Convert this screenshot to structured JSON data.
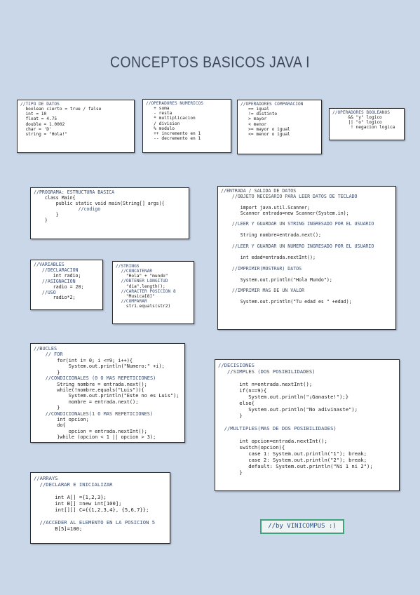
{
  "title": "CONCEPTOS BASICOS JAVA I",
  "credit": "//by VINICOMPUS :)",
  "boxes": {
    "tipos": [
      "//TIPO DE DATOS",
      "  boolean cierto = true / false",
      "  int = 10",
      "  float = 4.75",
      "  double = 1.0002",
      "  char = 'D'",
      "  string = \"Hola!\""
    ],
    "numericos": [
      "//OPERADORES NUMERICOS",
      "   + suma",
      "   - resta",
      "   * multiplicacion",
      "   / division",
      "   % modulo",
      "   ++ incremento en 1",
      "   -- decremento en 1"
    ],
    "comparacion": [
      "//OPERADORES COMPARACION",
      "   == igual",
      "   != distinto",
      "   > mayor",
      "   < menor",
      "   >= mayor o igual",
      "   <= menor o igual"
    ],
    "booleanos": [
      "//OPERADORES BOOLEANOS",
      "      && \"y\" logico",
      "      || \"o\" logico",
      "       ! negacion logica"
    ],
    "programa": [
      "//PROGRAMA: ESTRUCTURA BASICA",
      "    class Main{",
      "        public static void main(String[] args){",
      "                //codigo",
      "        }",
      "    }"
    ],
    "entrada": [
      "//ENTRADA / SALIDA DE DATOS",
      "    //OBJETO NECESARIO PARA LEER DATOS DE TECLADO",
      "",
      "       import java.util.Scanner;",
      "       Scanner entrada=new Scanner(System.in);",
      "",
      "    //LEER Y GUARDAR UN STRING INGRESADO POR EL USUARIO",
      "",
      "       String nombre=entrada.next();",
      "",
      "    //LEER Y GUARDAR UN NUMERO INGRESADO POR EL USUARIO",
      "",
      "       int edad=entrada.nextInt();",
      "",
      "    //IMPRIMIR(MOSTRAR) DATOS",
      "",
      "       System.out.println(\"Hola Mundo\");",
      "",
      "    //IMPRIMIR MAS DE UN VALOR",
      "",
      "       System.out.println(\"Tu edad es \" +edad);"
    ],
    "variables": [
      "//VARIABLES",
      "   //DECLARACION",
      "       int radio;",
      "   //ASIGNACION",
      "       radio = 20;",
      "   //USO",
      "       radio*2;"
    ],
    "strings": [
      "//STRINGS",
      "  //CONCATENAR",
      "    \"Hola\" + \"mundo\"",
      "  //OBTENER LONGITUD",
      "    \"dia\".length();",
      "  //CARACTER POSICION 8",
      "    \"Musica[8]\"",
      "  //COMPARAR",
      "    str1.equals(str2)"
    ],
    "bucles": [
      "//BUCLES",
      "    // FOR",
      "        for(int i= 0; i <=9; i++){",
      "            System.out.println(\"Numero:\" +i);",
      "        }",
      "    //CONDICIONALES (0 O MAS REPETICIONES)",
      "        String nombre = entrada.next();",
      "        while(!nombre.equals(\"Luis\")){",
      "            System.out.println(\"Este no es Luis\");",
      "            nombre = entrada.next();",
      "        }",
      "    //CONDICIONALES(1 O MAS REPETICIONES)",
      "        int opcion;",
      "        do{",
      "            opcion = entrada.nextInt();",
      "        }while (opcion < 1 || opcion > 3);"
    ],
    "decisiones": [
      "//DECISIONES",
      "   //SIMPLES (DOS POSIBILIDADES)",
      "",
      "       int n=entrada.nextInt();",
      "       if(n==9){",
      "          System.out.println(\"¡Ganaste!\");}",
      "       else{",
      "          System.out.println(\"No adivinaste\");",
      "       }",
      "",
      "  //MULTIPLES(MAS DE DOS POSIBILIDADES)",
      "",
      "       int opcion=entrada.nextInt();",
      "       switch(opcion){",
      "          case 1: System.out.println(\"1\"); break;",
      "          case 2: System.out.println(\"2\"); break;",
      "          default: System.out.println(\"Ni 1 ni 2\");",
      "       }"
    ],
    "arrays": [
      "//ARRAYS",
      "  //DECLARAR E INICIALIZAR",
      "",
      "       int A[] ={1,2,3};",
      "       int B[] =new int[100];",
      "       int[][] C={{1,2,3,4}, {5,6,7}};",
      "",
      "  //ACCEDER AL ELEMENTO EN LA POSICION 5",
      "       B[5]=100;"
    ]
  }
}
